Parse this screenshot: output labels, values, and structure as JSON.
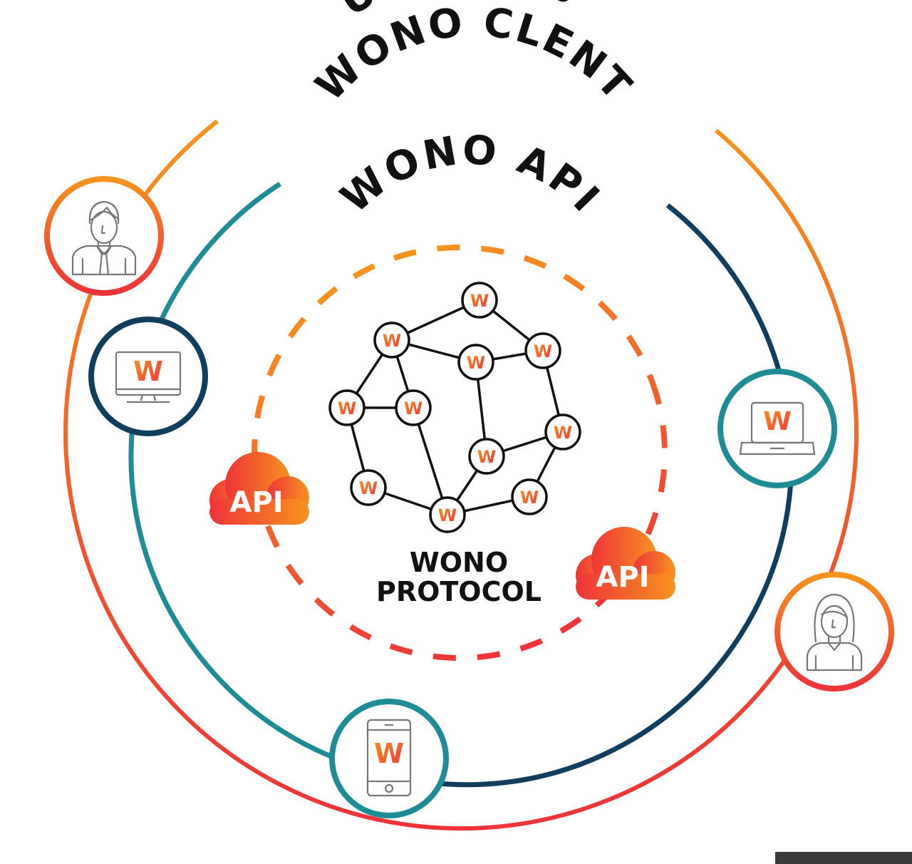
{
  "labels": {
    "users": "USERS",
    "wono_client": "WONO CLENT",
    "wono_api": "WONO API",
    "protocol_line1": "WONO",
    "protocol_line2": "PROTOCOL"
  },
  "api_badge_text": "API",
  "node_letter": "W",
  "icons": {
    "man": "man-user-icon",
    "woman": "woman-user-icon",
    "monitor": "desktop-monitor-icon",
    "laptop": "laptop-icon",
    "phone": "smartphone-icon",
    "cloud": "cloud-icon"
  },
  "colors": {
    "orange": "#f7931e",
    "red": "#ef3b36",
    "teal": "#1e8c96",
    "navy": "#0f3e5e",
    "text": "#111111"
  }
}
